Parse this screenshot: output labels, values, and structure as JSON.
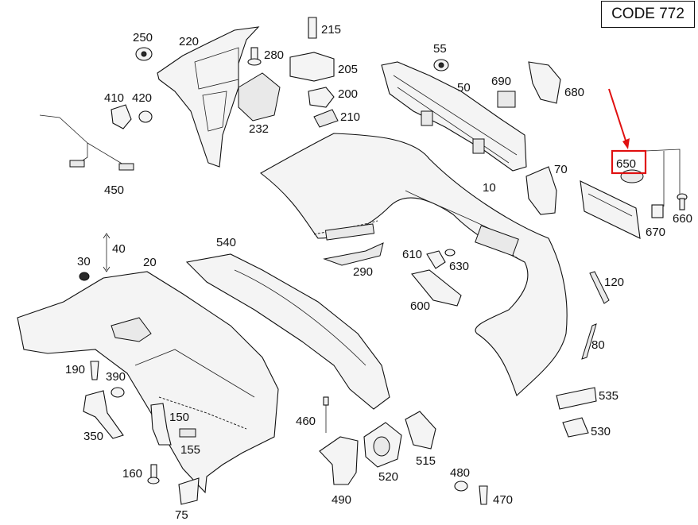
{
  "code_label": "CODE 772",
  "highlight": {
    "color": "#e01010"
  },
  "labels": {
    "p250": "250",
    "p220": "220",
    "p215": "215",
    "p280": "280",
    "p205": "205",
    "p200": "200",
    "p210": "210",
    "p232": "232",
    "p55": "55",
    "p50": "50",
    "p690": "690",
    "p680": "680",
    "p650": "650",
    "p70": "70",
    "p10": "10",
    "p660": "660",
    "p670": "670",
    "p410": "410",
    "p420": "420",
    "p450": "450",
    "p540": "540",
    "p40": "40",
    "p30": "30",
    "p20": "20",
    "p610": "610",
    "p630": "630",
    "p290": "290",
    "p600": "600",
    "p120": "120",
    "p80": "80",
    "p190": "190",
    "p390": "390",
    "p350": "350",
    "p150": "150",
    "p155": "155",
    "p160": "160",
    "p75": "75",
    "p460": "460",
    "p490": "490",
    "p520": "520",
    "p515": "515",
    "p480": "480",
    "p470": "470",
    "p535": "535",
    "p530": "530"
  }
}
